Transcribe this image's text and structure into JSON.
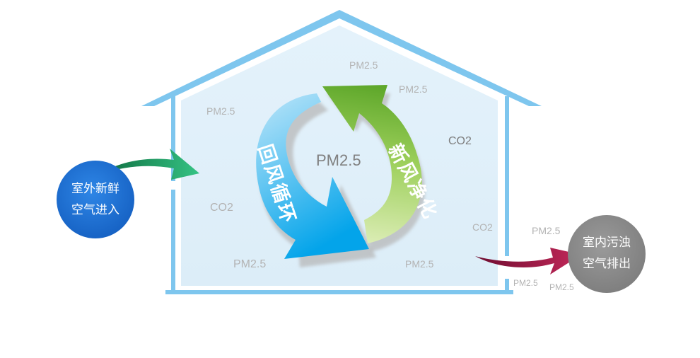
{
  "inlet": {
    "line1": "室外新鲜",
    "line2": "空气进入"
  },
  "outlet": {
    "line1": "室内污浊",
    "line2": "空气排出"
  },
  "center_label": "PM2.5",
  "cycle": {
    "left_arrow": "回风循环",
    "right_arrow": "新风净化"
  },
  "particles": [
    "PM2.5",
    "PM2.5",
    "PM2.5",
    "CO2",
    "CO2",
    "CO2",
    "PM2.5",
    "PM2.5",
    "PM2.5",
    "PM2.5",
    "PM2.5"
  ],
  "colors": {
    "house_outline": "#7ec6ee",
    "house_fill": "#e7f4fb",
    "inlet_circle": "#1c73d6",
    "outlet_circle": "#8c8c8c",
    "inlet_arrow": "#2fb37a",
    "outlet_arrow": "#b0204f",
    "blue_cycle_arrow": "#08a6ea",
    "green_cycle_arrow": "#7fb93c"
  }
}
